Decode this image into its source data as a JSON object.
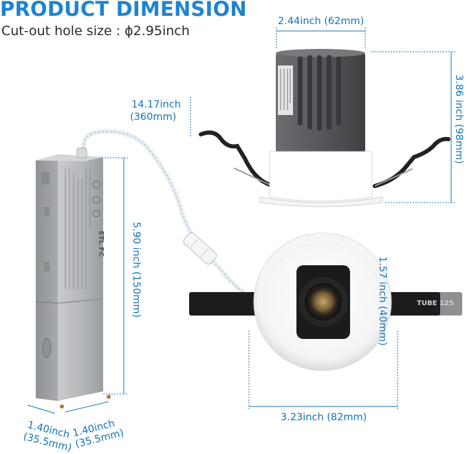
{
  "header": {
    "title": "PRODUCT DIMENSION",
    "subtitle": "Cut-out hole size : ϕ2.95inch"
  },
  "dimensions": {
    "top_width": "2.44inch  (62mm)",
    "height": "3.86 inch  (98mm)",
    "cable_length_in": "14.17inch",
    "cable_length_mm": "(360mm)",
    "box_height": "5.90 inch  (150mm)",
    "lens_diameter": "1.57 inch  (40mm)",
    "outer_diameter": "3.23inch  (82mm)",
    "box_depth_in": "1.40inch",
    "box_depth_mm": "(35.5mm)",
    "box_width_in": "1.40inch",
    "box_width_mm": "(35.5mm)"
  },
  "product_marks": {
    "clip_label": "TUBE  125",
    "box_marks": "ETL  FC"
  },
  "colors": {
    "accent": "#1f84cf",
    "dimension": "#1273ba",
    "heatsink": "#5a5c5f",
    "trim": "#ffffff",
    "box": "#b9bcbf"
  }
}
